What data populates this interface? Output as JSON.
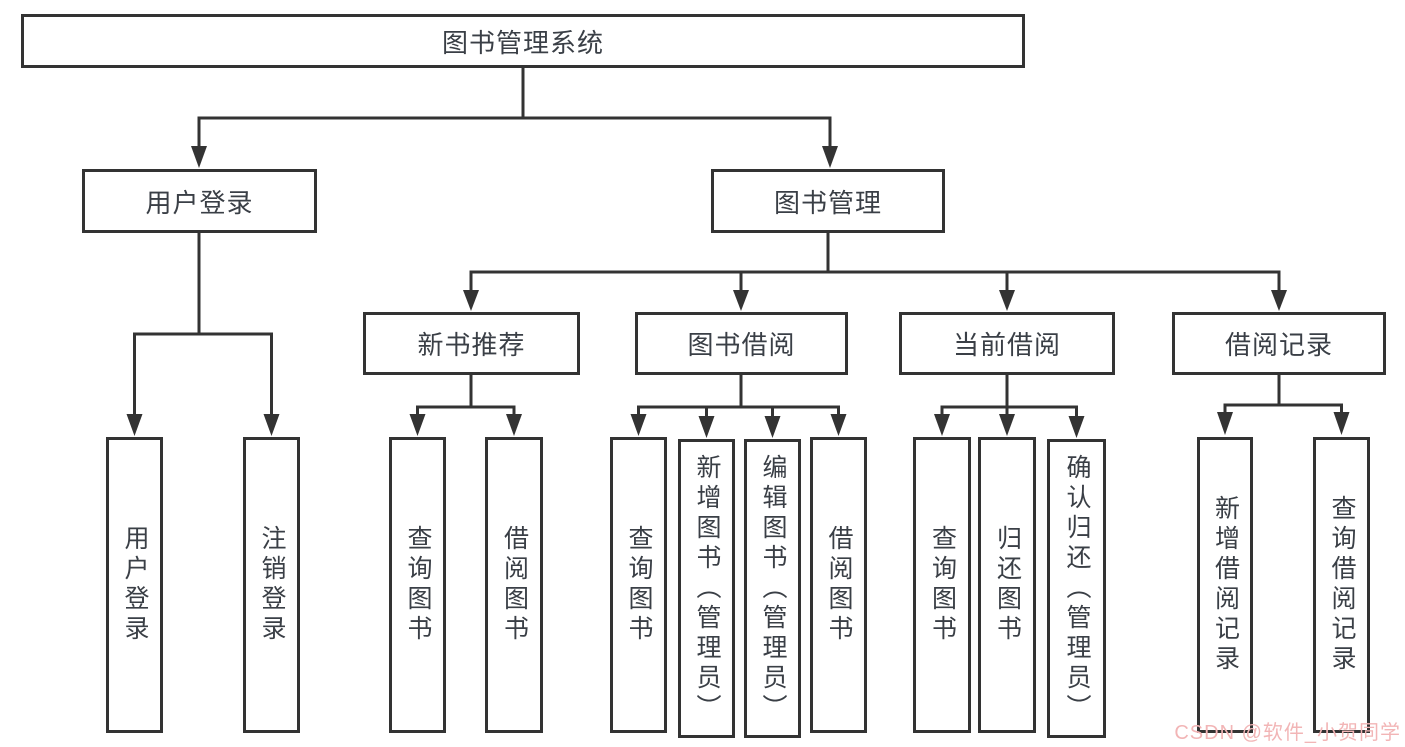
{
  "colors": {
    "line": "#333333",
    "text": "#3a3f46",
    "watermark_color": "#f2b5b6",
    "background": "#ffffff"
  },
  "watermark": "CSDN @软件_小贺同学",
  "tree": {
    "label": "图书管理系统",
    "children": [
      {
        "label": "用户登录",
        "children": [
          {
            "label": "用户登录"
          },
          {
            "label": "注销登录"
          }
        ]
      },
      {
        "label": "图书管理",
        "children": [
          {
            "label": "新书推荐",
            "children": [
              {
                "label": "查询图书"
              },
              {
                "label": "借阅图书"
              }
            ]
          },
          {
            "label": "图书借阅",
            "children": [
              {
                "label": "查询图书"
              },
              {
                "label": "新增图书（管理员）"
              },
              {
                "label": "编辑图书（管理员）"
              },
              {
                "label": "借阅图书"
              }
            ]
          },
          {
            "label": "当前借阅",
            "children": [
              {
                "label": "查询图书"
              },
              {
                "label": "归还图书"
              },
              {
                "label": "确认归还（管理员）"
              }
            ]
          },
          {
            "label": "借阅记录",
            "children": [
              {
                "label": "新增借阅记录"
              },
              {
                "label": "查询借阅记录"
              }
            ]
          }
        ]
      }
    ]
  }
}
